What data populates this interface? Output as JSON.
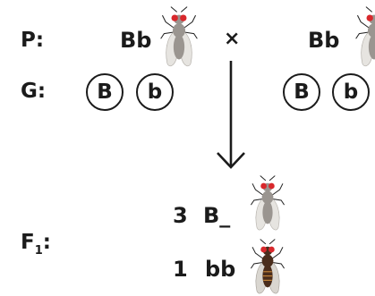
{
  "labels": {
    "parents": "P:",
    "gametes": "G:",
    "offspring_main": "F",
    "offspring_sub": "1",
    "offspring_colon": ":"
  },
  "parents": {
    "left_genotype": "Bb",
    "cross_symbol": "×",
    "right_genotype": "Bb"
  },
  "gametes": {
    "left": [
      "B",
      "b"
    ],
    "right": [
      "B",
      "b"
    ]
  },
  "offspring": [
    {
      "count": "3",
      "genotype": "B_",
      "phenotype_icon": "grey-fly-icon"
    },
    {
      "count": "1",
      "genotype": "bb",
      "phenotype_icon": "dark-fly-icon"
    }
  ],
  "colors": {
    "grey_body": "#9a9590",
    "dark_body": "#4a2d1c",
    "eyes": "#d8282c",
    "wings": "#e6e4e0"
  }
}
